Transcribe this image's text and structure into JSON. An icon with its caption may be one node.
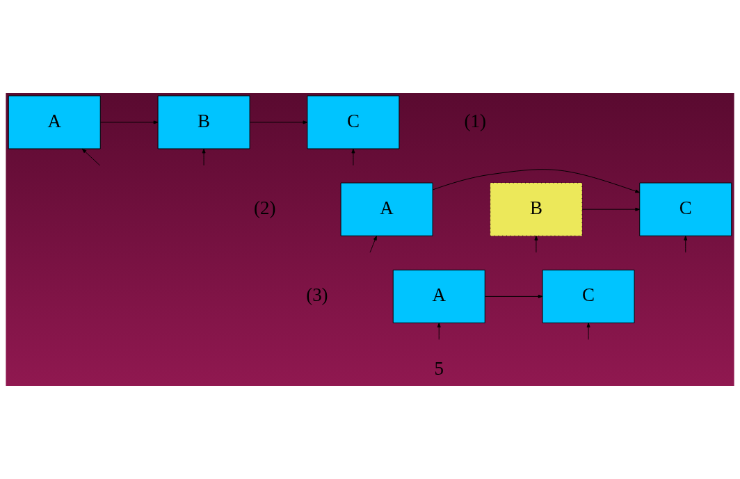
{
  "diagram": {
    "nodes": [
      {
        "text": [
          "A"
        ]
      },
      {
        "text": [
          "B"
        ]
      },
      {
        "text": [
          "C"
        ]
      },
      {
        "text": [
          "A"
        ]
      },
      {
        "text": [
          "B"
        ]
      },
      {
        "text": [
          "C"
        ]
      },
      {
        "text": [
          "A"
        ]
      },
      {
        "text": [
          "C"
        ]
      }
    ],
    "edges": [
      {
        "from": 0,
        "to": 1,
        "arrow": "to"
      },
      {
        "from": 1,
        "to": 2,
        "arrow": "to"
      },
      {
        "from": null,
        "to": 0,
        "arrow": "to"
      },
      {
        "from": null,
        "to": 1,
        "arrow": "to"
      },
      {
        "from": null,
        "to": 2,
        "arrow": "to"
      },
      {
        "from": 3,
        "to": 5,
        "arrow": "to"
      },
      {
        "from": 4,
        "to": 5,
        "arrow": "to"
      },
      {
        "from": null,
        "to": 3,
        "arrow": "to"
      },
      {
        "from": null,
        "to": 4,
        "arrow": "to"
      },
      {
        "from": null,
        "to": 5,
        "arrow": "to"
      },
      {
        "from": 6,
        "to": 7,
        "arrow": "to"
      },
      {
        "from": null,
        "to": 6,
        "arrow": "to"
      },
      {
        "from": null,
        "to": 7,
        "arrow": "to"
      }
    ],
    "labels": [
      "(1)",
      "(2)",
      "(3)",
      "5"
    ]
  }
}
